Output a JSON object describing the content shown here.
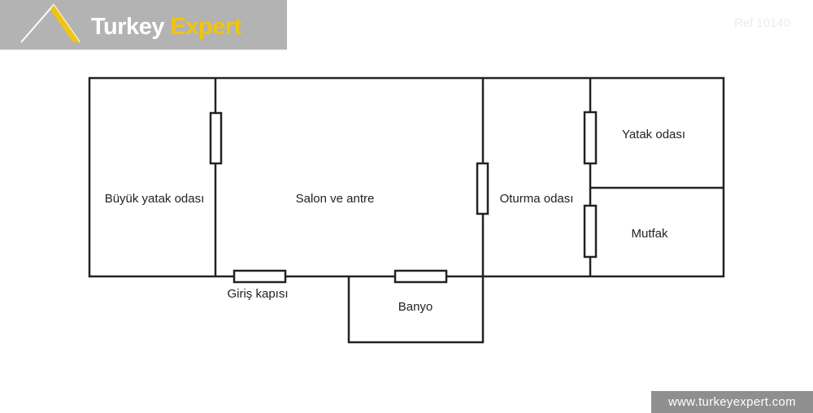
{
  "header": {
    "logo_word1": "Turkey",
    "logo_word2": "Expert",
    "reference": "Ref 10140"
  },
  "footer": {
    "website": "www.turkeyexpert.com"
  },
  "rooms": {
    "master_bedroom": "Büyük yatak odası",
    "living_and_hall": "Salon ve antre",
    "sitting_room": "Oturma odası",
    "bedroom": "Yatak odası",
    "kitchen": "Mutfak",
    "entrance_door": "Giriş kapısı",
    "bathroom": "Banyo"
  },
  "colors": {
    "logo_background": "#b3b3b3",
    "logo_accent": "#f1c40f",
    "wall": "#222222"
  }
}
